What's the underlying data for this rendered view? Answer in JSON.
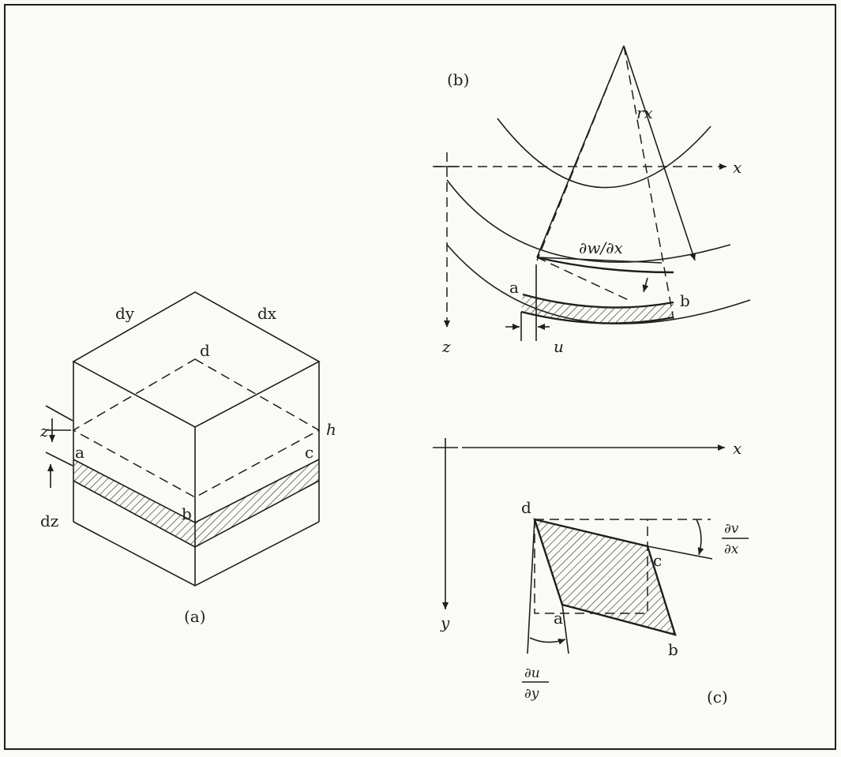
{
  "colors": {
    "ink": "#1e1e1e",
    "paper": "#fafaf7",
    "hatch": "#333333"
  },
  "panel_a": {
    "caption": "(a)",
    "label_dy": "dy",
    "label_dx": "dx",
    "label_dz": "dz",
    "label_z": "z",
    "label_h": "h",
    "point_a": "a",
    "point_b": "b",
    "point_c": "c",
    "point_d": "d"
  },
  "panel_b": {
    "caption": "(b)",
    "label_rx": "rx",
    "label_x": "x",
    "label_z": "z",
    "label_slope": "∂w/∂x",
    "label_u": "u",
    "point_a": "a",
    "point_b": "b"
  },
  "panel_c": {
    "caption": "(c)",
    "label_x": "x",
    "label_y": "y",
    "dv_num": "∂v",
    "dv_den": "∂x",
    "du_num": "∂u",
    "du_den": "∂y",
    "point_a": "a",
    "point_b": "b",
    "point_c": "c",
    "point_d": "d"
  }
}
